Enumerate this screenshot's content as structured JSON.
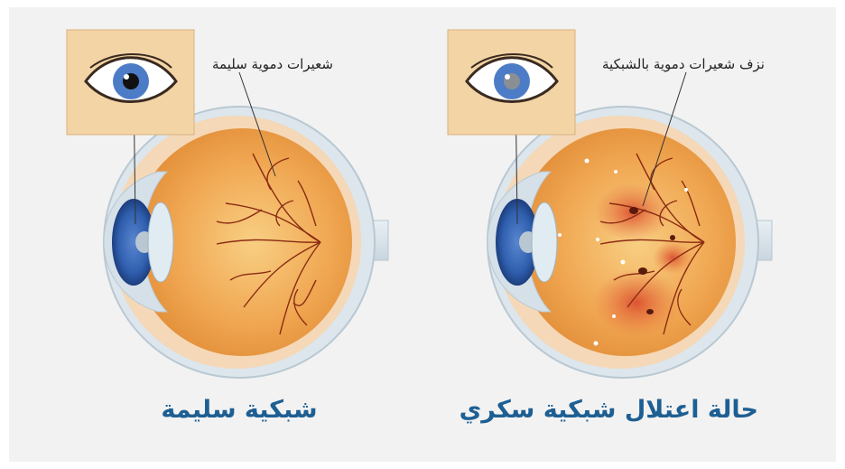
{
  "diagrams": [
    {
      "callout": "شعيرات دموية سليمة",
      "caption": "شبكية سليمة"
    },
    {
      "callout": "نزف شعيرات دموية بالشبكية",
      "caption": "حالة اعتلال شبكية سكري"
    }
  ],
  "colors": {
    "background": "#f2f2f2",
    "inset_box": "#f3d4a5",
    "sclera_outer": "#d8e3ea",
    "retina": "#f0a04a",
    "iris": "#2f5fae",
    "vessels": "#8a2b12",
    "hemorrhage": "#d9442a",
    "caption_text": "#1e5f93"
  },
  "icons": [
    "eye-icon",
    "eyeball-cross-section",
    "optic-nerve"
  ]
}
